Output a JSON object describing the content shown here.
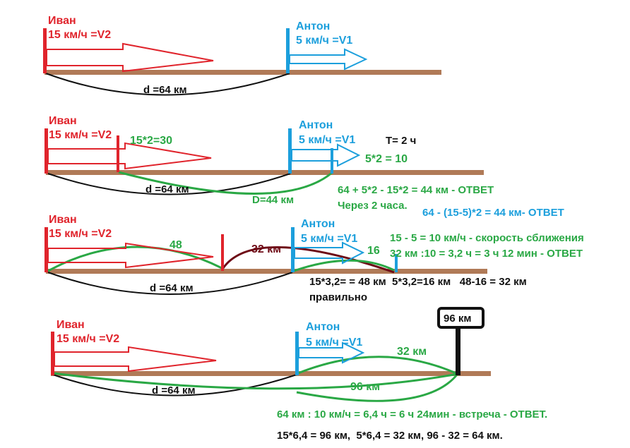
{
  "labels": {
    "ivan": "Иван",
    "anton": "Антон",
    "ivan_speed": "15 км/ч =V2",
    "anton_speed": "5 км/ч =V1",
    "distance": "d =64 км"
  },
  "panel2": {
    "ivan_move": "15*2=30",
    "time": "T= 2 ч",
    "anton_move": "5*2 = 10",
    "new_distance": "D=44 км",
    "formula1": "64 + 5*2 - 15*2 = 44 км - ОТВЕТ",
    "after": "Через 2 часа.",
    "formula2": "64 - (15-5)*2 = 44 км- ОТВЕТ"
  },
  "panel3": {
    "ivan_label": "48",
    "gap_label": "32 км",
    "anton_label": "16",
    "approach": "15 - 5 = 10 км/ч - скорость сближения",
    "answer": "32 км :10 = 3,2 ч = 3 ч 12 мин - ОТВЕТ",
    "calc": "15*3,2= = 48 км  5*3,2=16 км   48-16 = 32 км",
    "correct": "правильно"
  },
  "panel4": {
    "sign": "96 км",
    "anton_label": "32 км",
    "ivan_label": "96 км",
    "answer": "64 км : 10 км/ч = 6,4 ч = 6 ч 24мин - встреча - ОТВЕТ.",
    "check": "15*6,4 = 96 км,  5*6,4 = 32 км, 96 - 32 = 64 км."
  },
  "colors": {
    "road": "#b07a57",
    "ivan": "#e0242c",
    "anton": "#1c9fdc",
    "solution": "#2aa845",
    "gap": "#6e0a16"
  }
}
